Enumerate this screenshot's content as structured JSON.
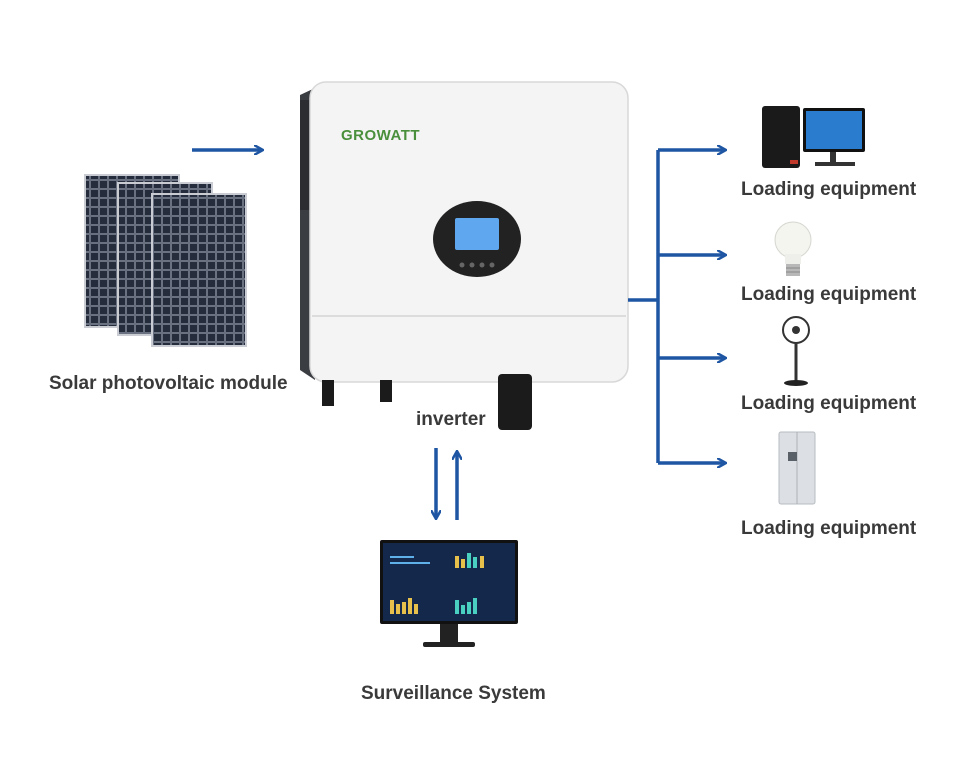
{
  "colors": {
    "arrow": "#1f56a3",
    "panel_cell": "#1c2230",
    "inverter_body": "#f4f4f4",
    "brand": "#4a8f3c",
    "lcd": "#5fa8f0"
  },
  "inverter": {
    "brand": "GROWATT",
    "label": "inverter"
  },
  "solar": {
    "label": "Solar photovoltaic module"
  },
  "loads": [
    {
      "icon": "computer-icon",
      "label": "Loading equipment"
    },
    {
      "icon": "lightbulb-icon",
      "label": "Loading equipment"
    },
    {
      "icon": "fan-icon",
      "label": "Loading equipment"
    },
    {
      "icon": "refrigerator-icon",
      "label": "Loading equipment"
    }
  ],
  "monitor": {
    "label": "Surveillance System"
  }
}
